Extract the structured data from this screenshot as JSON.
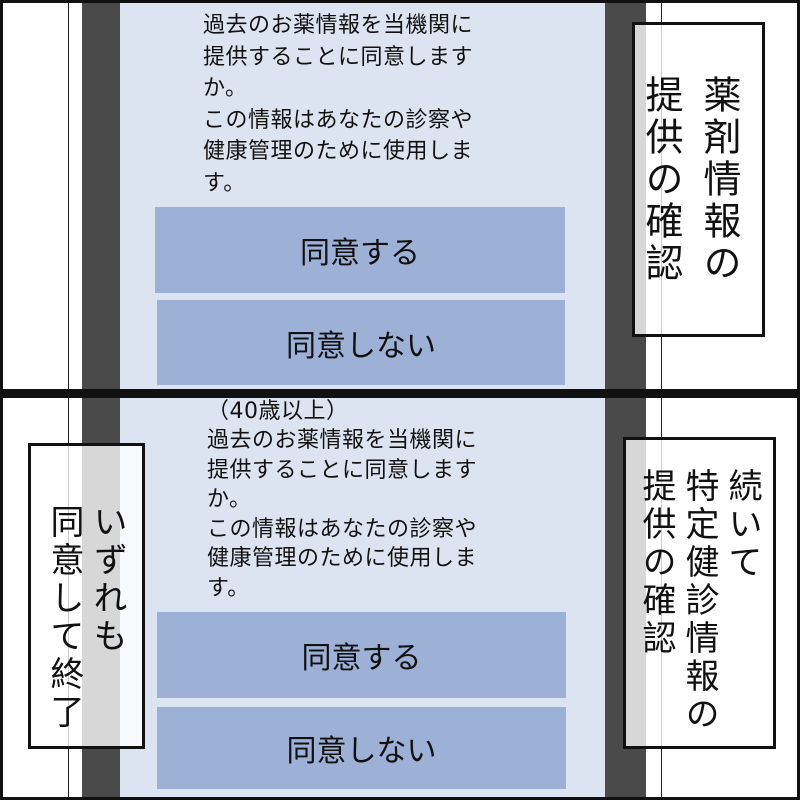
{
  "panel1": {
    "message": "過去のお薬情報を当機関に\n提供することに同意します\nか。\nこの情報はあなたの診察や\n健康管理のために使用しま\nす。",
    "agree_button": "同意する",
    "disagree_button": "同意しない",
    "caption": "薬剤情報の\n提供の確認"
  },
  "panel2": {
    "age_note": "（40歳以上）",
    "message": "過去のお薬情報を当機関に\n提供することに同意します\nか。\nこの情報はあなたの診察や\n健康管理のために使用しま\nす。",
    "agree_button": "同意する",
    "disagree_button": "同意しない",
    "caption_right": "続いて\n特定健診情報の\n提供の確認",
    "caption_left": "いずれも\n同意して終了"
  }
}
